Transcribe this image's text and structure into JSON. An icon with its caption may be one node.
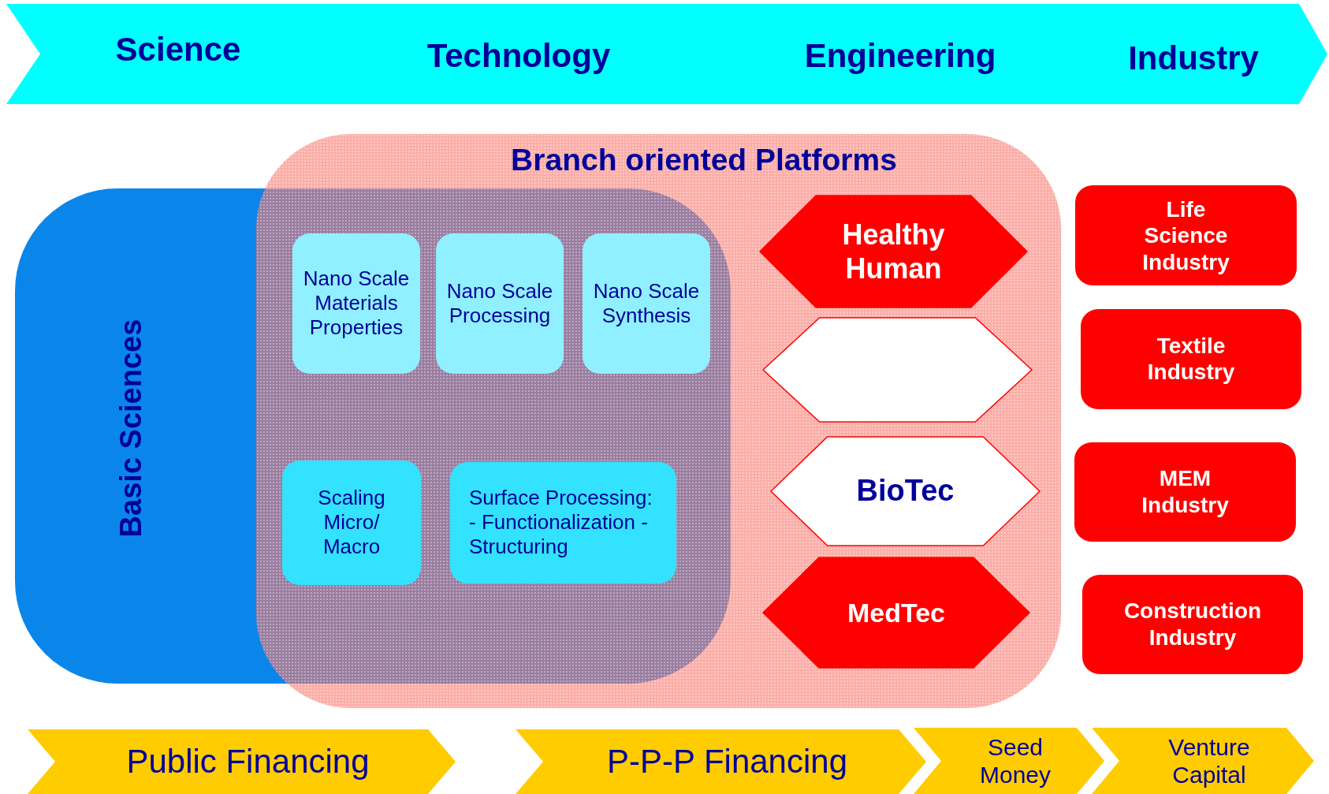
{
  "diagram": {
    "nodes": [
      {
        "text": [
          "Science",
          "Technology",
          "Engineering",
          "Industry"
        ]
      },
      {
        "text": [
          "Basic Sciences"
        ]
      },
      {
        "text": [
          "Branch oriented Platforms"
        ]
      },
      {
        "text": [
          "Nano Scale Materials Properties"
        ]
      },
      {
        "text": [
          "Nano Scale Processing"
        ]
      },
      {
        "text": [
          "Nano Scale Synthesis"
        ]
      },
      {
        "text": [
          "Scaling Micro/ Macro"
        ]
      },
      {
        "text": [
          "Surface Processing: - Functionalization - Structuring"
        ]
      },
      {
        "text": [
          "Healthy Human"
        ],
        "in": 2
      },
      {
        "text": [],
        "shape": "hexagon",
        "in": 2
      },
      {
        "text": [
          "BioTec"
        ],
        "in": 2
      },
      {
        "text": [
          "MedTec"
        ],
        "in": 2
      },
      {
        "text": [
          "Life Science Industry"
        ]
      },
      {
        "text": [
          "Textile Industry"
        ]
      },
      {
        "text": [
          "MEM Industry"
        ]
      },
      {
        "text": [
          "Construction Industry"
        ]
      },
      {
        "text": [
          "Public Financing"
        ]
      },
      {
        "text": [
          "P-P-P Financing"
        ]
      },
      {
        "text": [
          "Seed Money"
        ]
      },
      {
        "text": [
          "Venture Capital"
        ]
      }
    ],
    "edges": []
  }
}
